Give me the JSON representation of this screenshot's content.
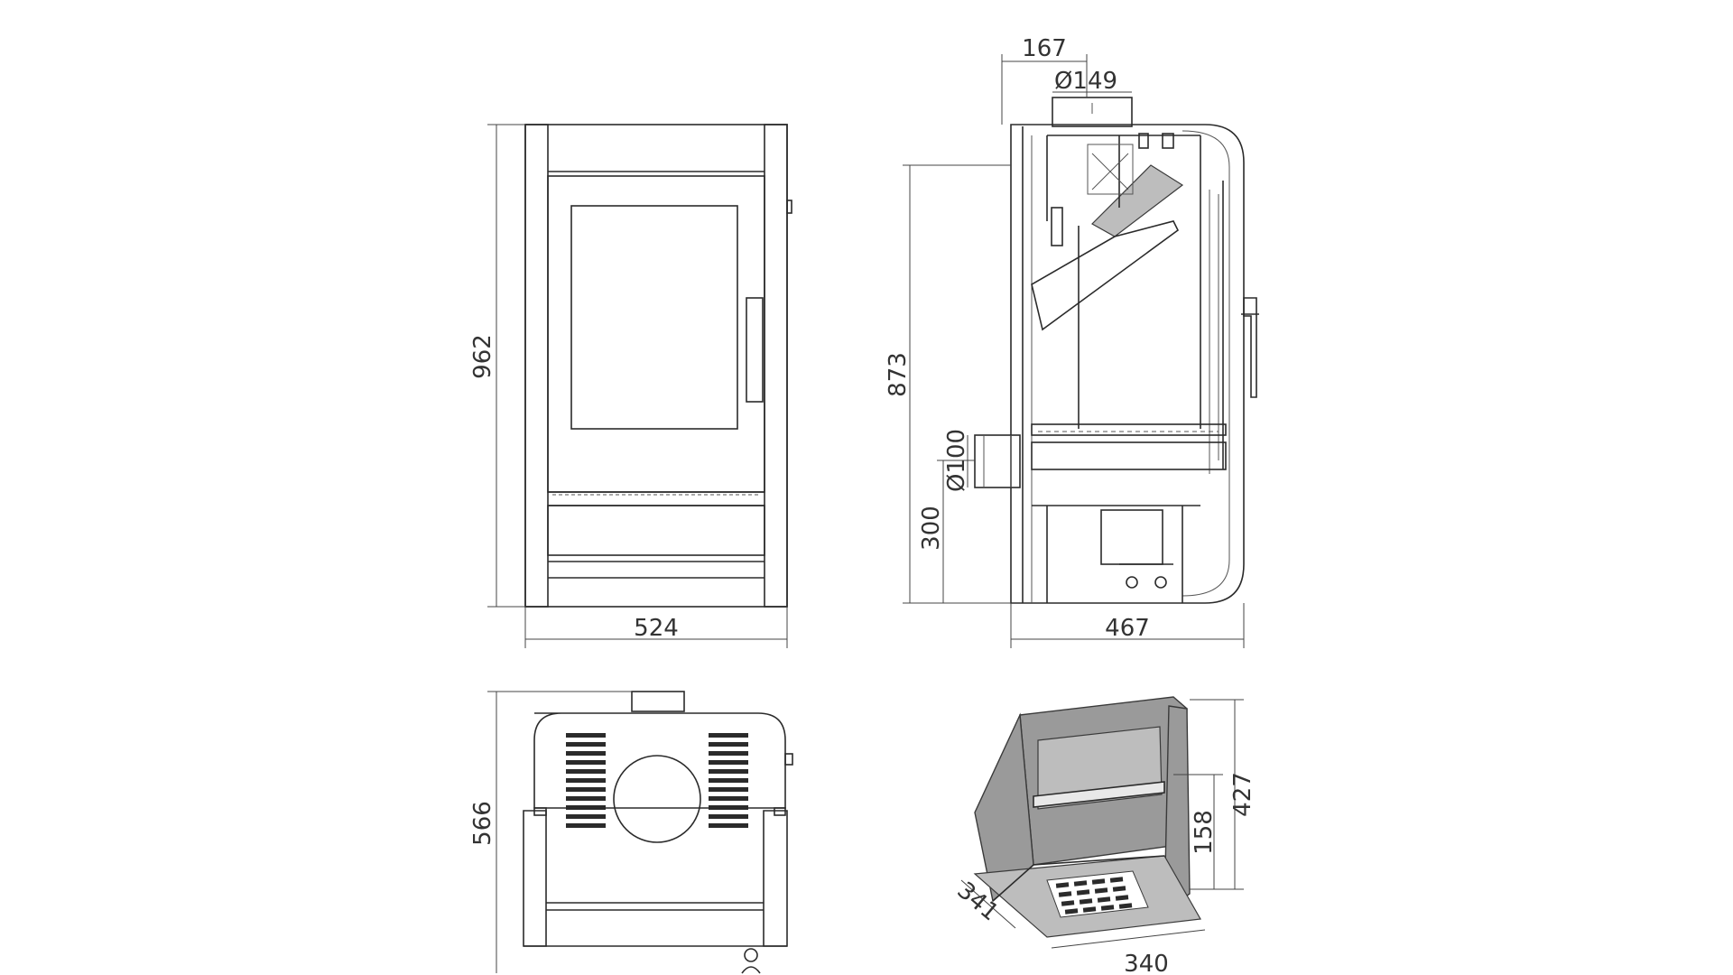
{
  "front_view": {
    "height_label": "962",
    "width_label": "524"
  },
  "side_view": {
    "flue_offset_label": "167",
    "flue_diameter_label": "Ø149",
    "flue_height_label": "873",
    "air_inlet_diameter_label": "Ø100",
    "air_inlet_height_label": "300",
    "depth_label": "467"
  },
  "top_view": {
    "depth_label": "566"
  },
  "firebox_view": {
    "height_label": "427",
    "inner_height_label": "158",
    "depth_label": "341",
    "width_label": "340"
  }
}
